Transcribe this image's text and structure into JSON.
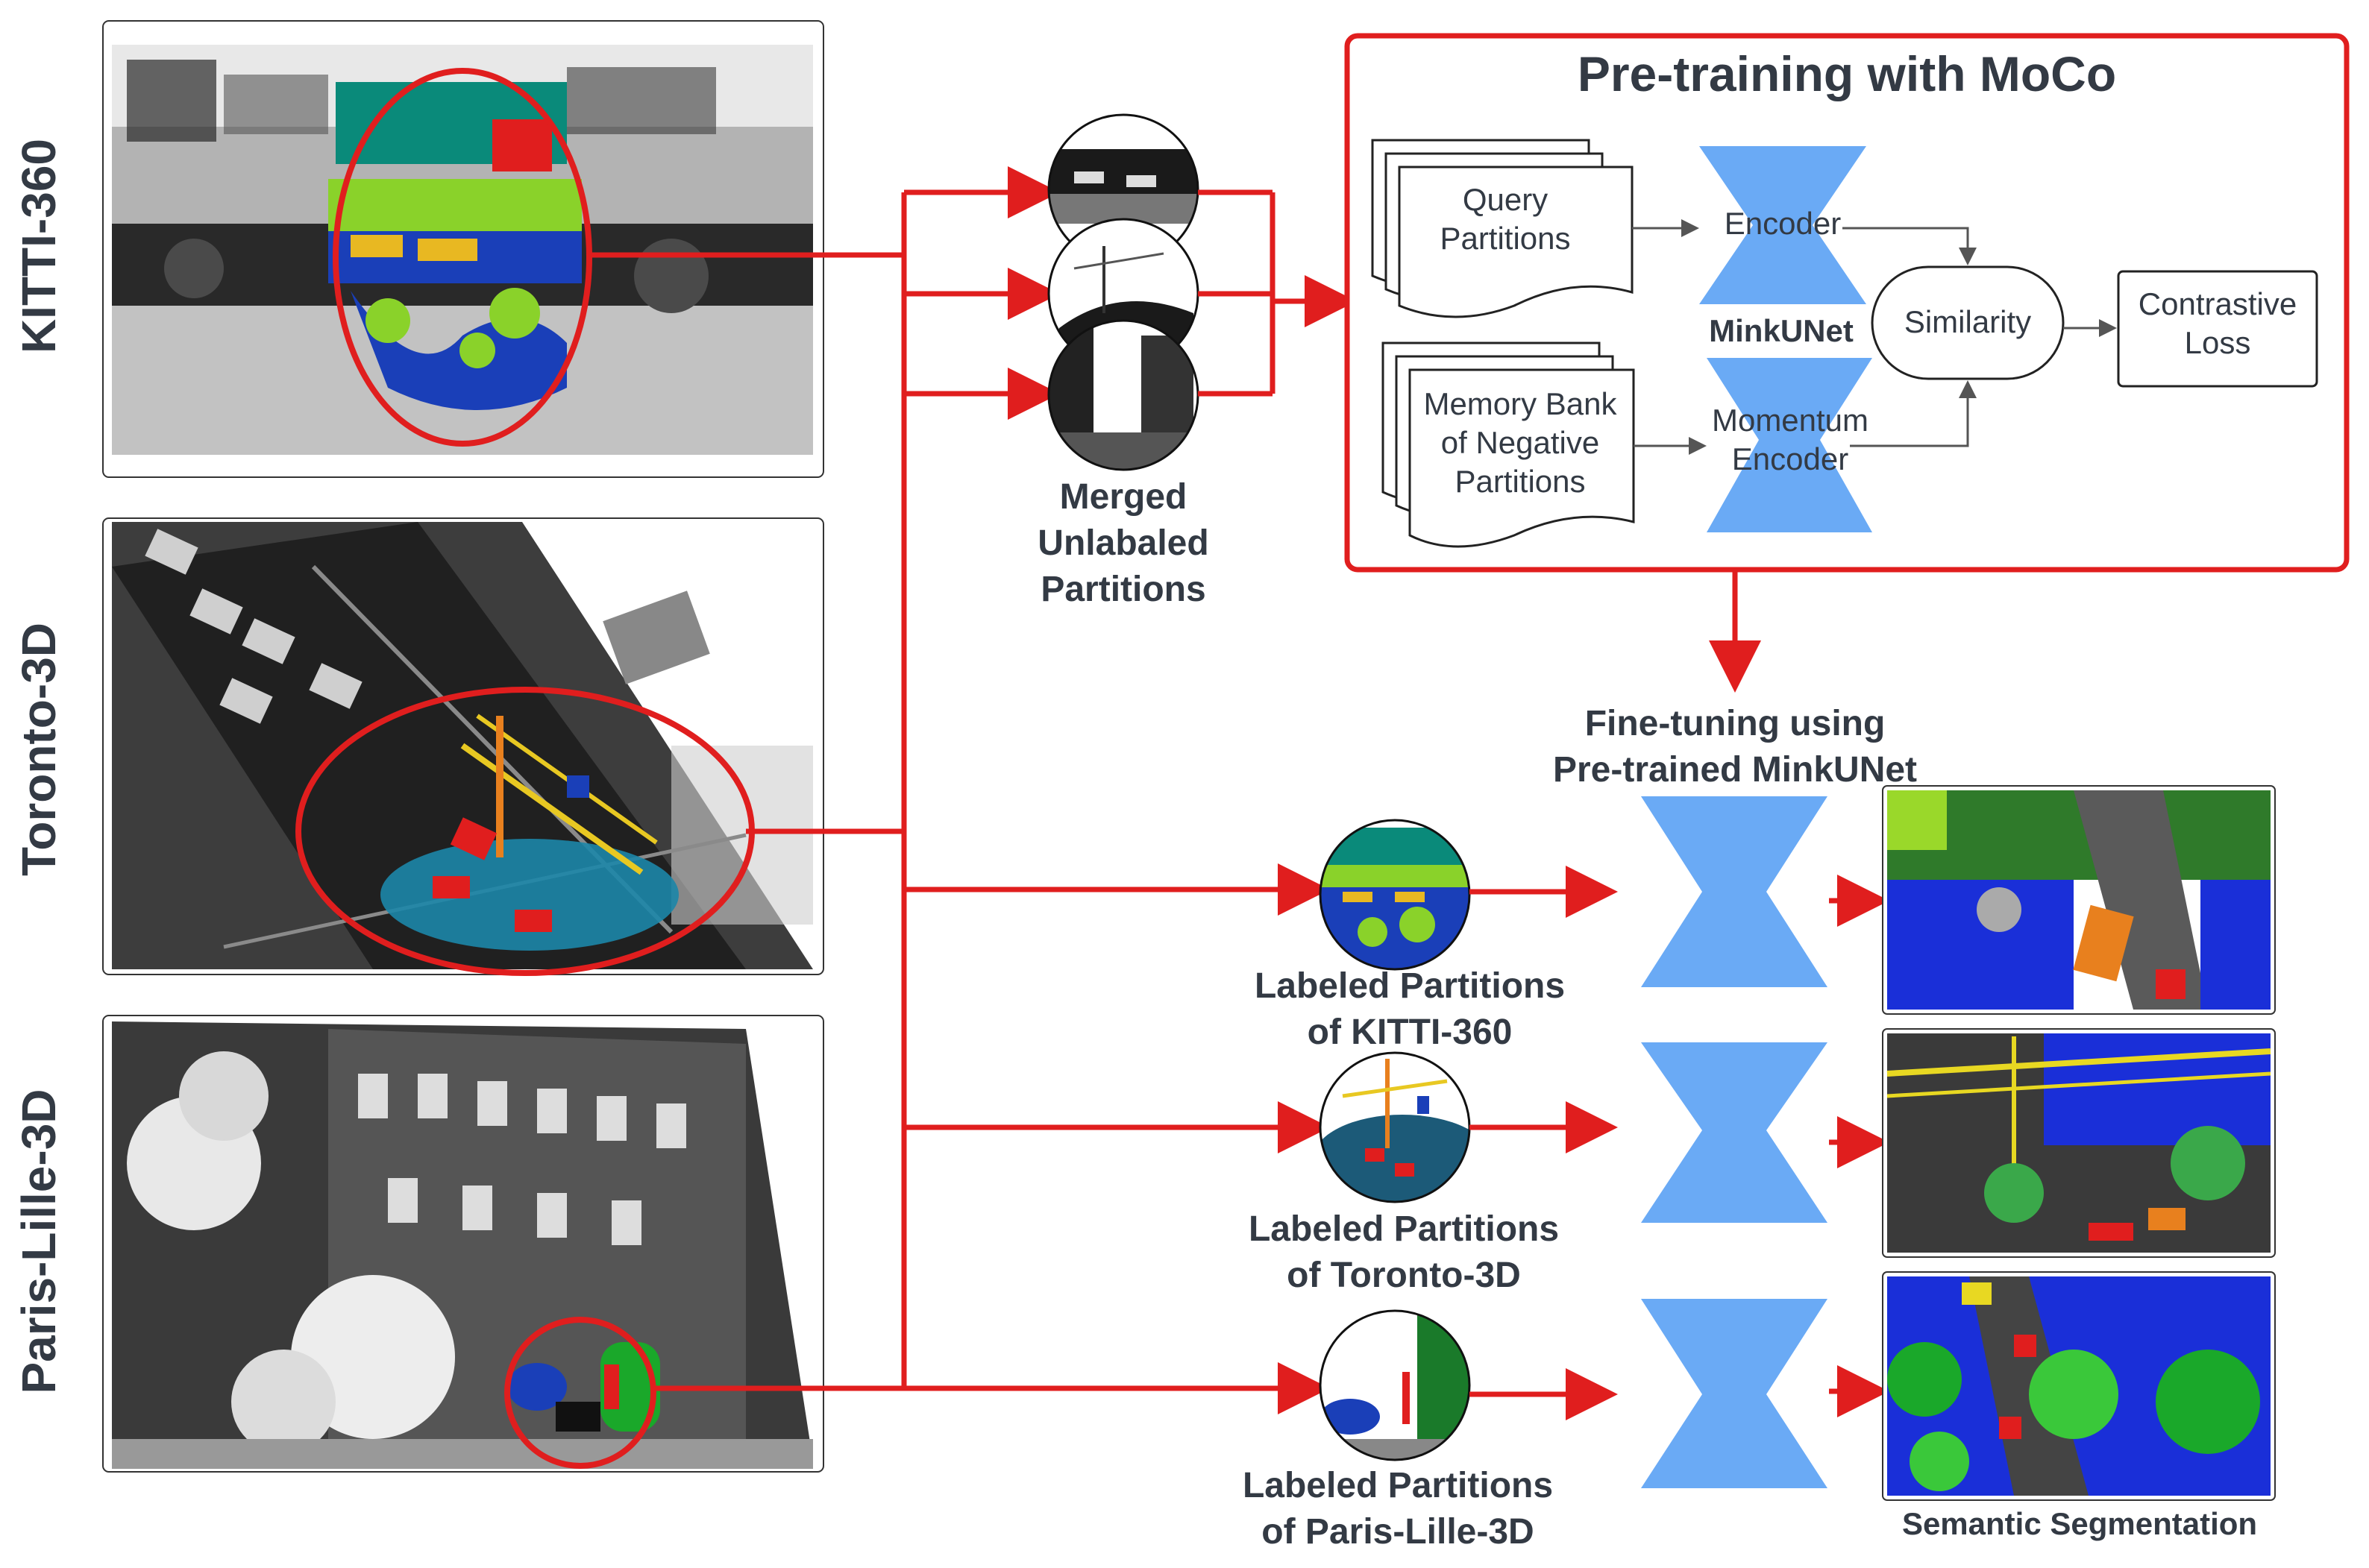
{
  "datasets": [
    {
      "label": "KITTI-360"
    },
    {
      "label": "Toronto-3D"
    },
    {
      "label": "Paris-Lille-3D"
    }
  ],
  "merged": {
    "lines": [
      "Merged",
      "Unlabaled",
      "Partitions"
    ]
  },
  "pretrain": {
    "title": "Pre-training with MoCo",
    "query": [
      "Query",
      "Partitions"
    ],
    "memory": [
      "Memory Bank",
      "of Negative",
      "Partitions"
    ],
    "encoder": "Encoder",
    "minkunet": "MinkUNet",
    "momentum": [
      "Momentum",
      "Encoder"
    ],
    "similarity": "Similarity",
    "loss": [
      "Contrastive",
      "Loss"
    ]
  },
  "finetune": {
    "lines": [
      "Fine-tuning using",
      "Pre-trained MinkUNet"
    ]
  },
  "labeled": [
    {
      "lines": [
        "Labeled Partitions",
        "of KITTI-360"
      ]
    },
    {
      "lines": [
        "Labeled Partitions",
        "of Toronto-3D"
      ]
    },
    {
      "lines": [
        "Labeled Partitions",
        "of Paris-Lille-3D"
      ]
    }
  ],
  "output_caption": "Semantic Segmentation",
  "colors": {
    "accent": "#e01e1e",
    "encoder": "#6aaaf5",
    "text": "#333a44"
  },
  "icons": [
    "point-cloud-image",
    "encoder-hourglass-icon",
    "arrow-icon"
  ]
}
